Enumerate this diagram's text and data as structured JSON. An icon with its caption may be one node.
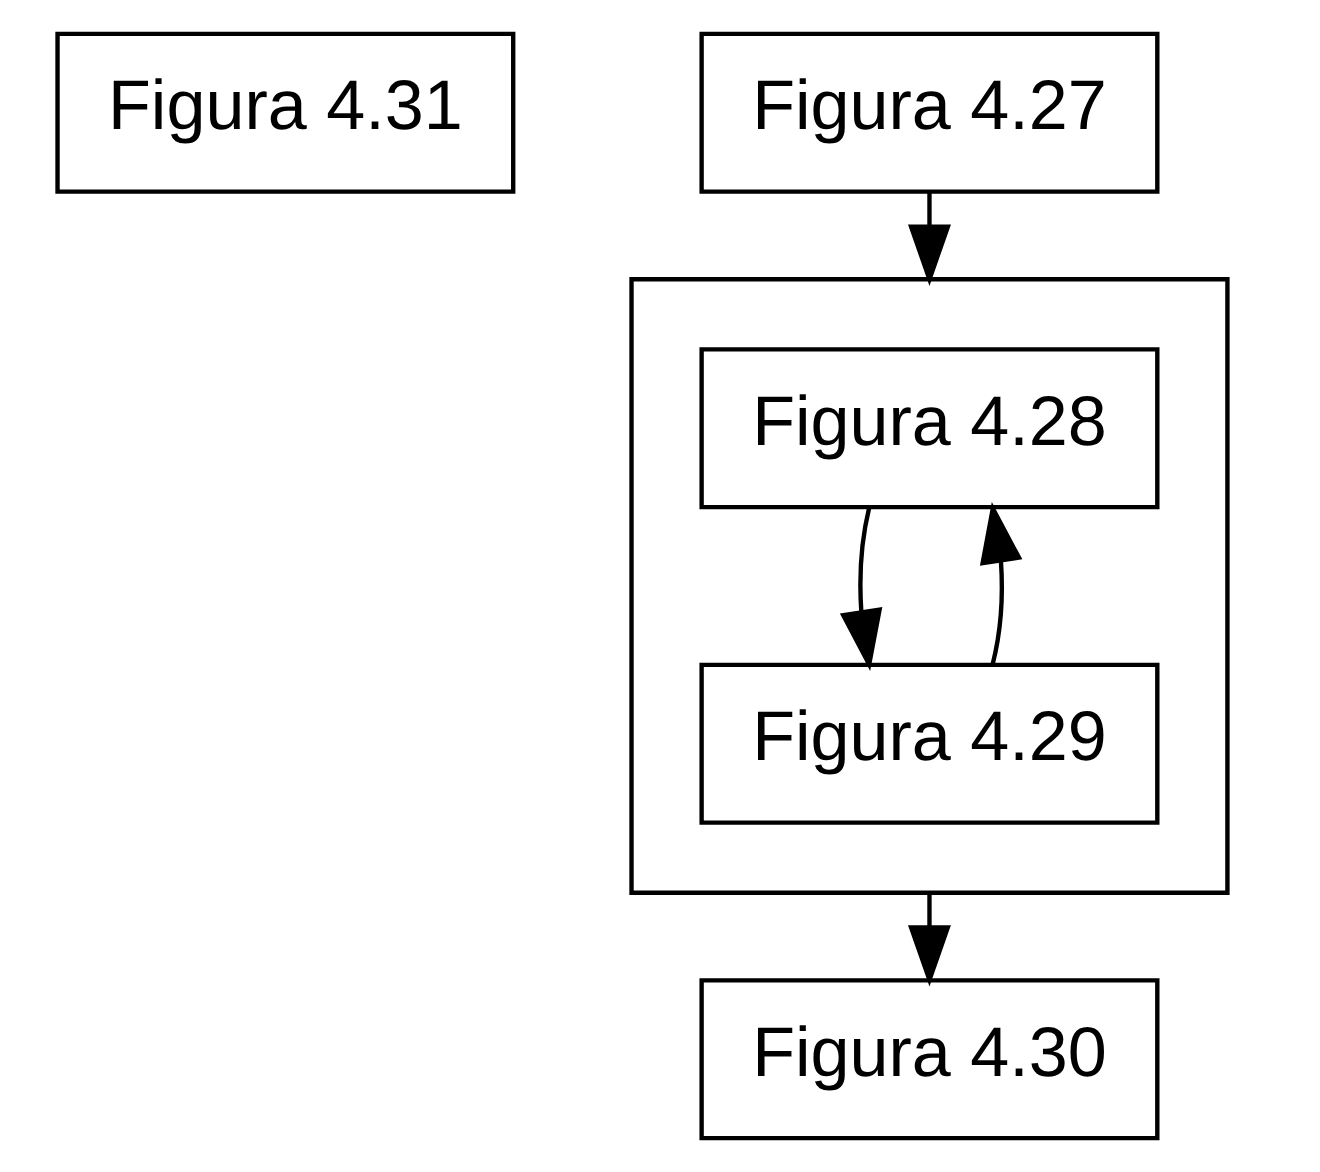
{
  "diagram": {
    "nodes": [
      {
        "text": [
          "Figura 4.27"
        ]
      },
      {
        "text": [],
        "shape": "box"
      },
      {
        "text": [
          "Figura 4.28"
        ],
        "in": 1
      },
      {
        "text": [
          "Figura 4.29"
        ],
        "in": 1
      },
      {
        "text": [
          "Figura 4.30"
        ]
      },
      {
        "text": [
          "Figura 4.31"
        ]
      }
    ],
    "edges": [
      {
        "from": 0,
        "to": 1,
        "arrow": "to"
      },
      {
        "from": 2,
        "to": 3,
        "arrow": "to"
      },
      {
        "from": 3,
        "to": 2,
        "arrow": "to"
      },
      {
        "from": 1,
        "to": 4,
        "arrow": "to"
      }
    ]
  }
}
